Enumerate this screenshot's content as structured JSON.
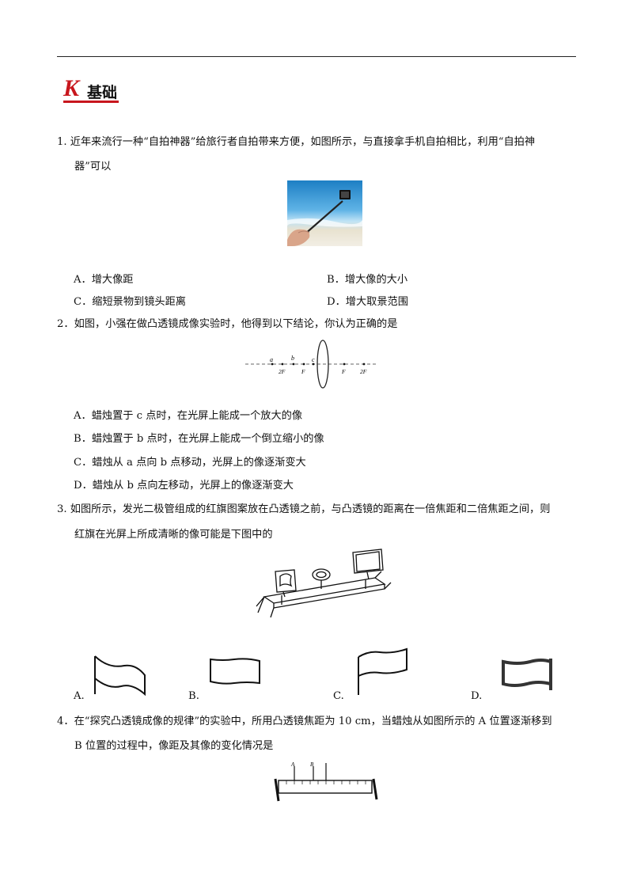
{
  "section": {
    "letter": "K",
    "title": "基础"
  },
  "q1": {
    "line1": "1. 近年来流行一种“自拍神器”给旅行者自拍带来方便，如图所示，与直接拿手机自拍相比，利用“自拍神",
    "line2": "器”可以",
    "options": {
      "A": "A．增大像距",
      "B": "B．增大像的大小",
      "C": "C．缩短景物到镜头距离",
      "D": "D．增大取景范围"
    }
  },
  "q2": {
    "line1": "2．如图，小强在做凸透镜成像实验时，他得到以下结论，你认为正确的是",
    "figure": {
      "point_a": "a",
      "point_b": "b",
      "point_c": "c",
      "label_2f_left": "2F",
      "label_f_left": "F",
      "label_f_right": "F",
      "label_2f_right": "2F"
    },
    "options": {
      "A": "A．蜡烛置于 c 点时，在光屏上能成一个放大的像",
      "B": "B．蜡烛置于 b 点时，在光屏上能成一个倒立缩小的像",
      "C": "C．蜡烛从 a 点向 b 点移动，光屏上的像逐渐变大",
      "D": "D．蜡烛从 b 点向左移动，光屏上的像逐渐变大"
    }
  },
  "q3": {
    "line1": "3. 如图所示，发光二极管组成的红旗图案放在凸透镜之前，与凸透镜的距离在一倍焦距和二倍焦距之间，则",
    "line2": "红旗在光屏上所成清晰的像可能是下图中的",
    "choice_labels": {
      "A": "A.",
      "B": "B.",
      "C": "C.",
      "D": "D."
    }
  },
  "q4": {
    "line1": "4．在“探究凸透镜成像的规律”的实验中，所用凸透镜焦距为 10 cm，当蜡烛从如图所示的 A 位置逐渐移到",
    "line2": "B 位置的过程中，像距及其像的变化情况是",
    "figure": {
      "label_a": "A",
      "label_b": "B"
    }
  }
}
